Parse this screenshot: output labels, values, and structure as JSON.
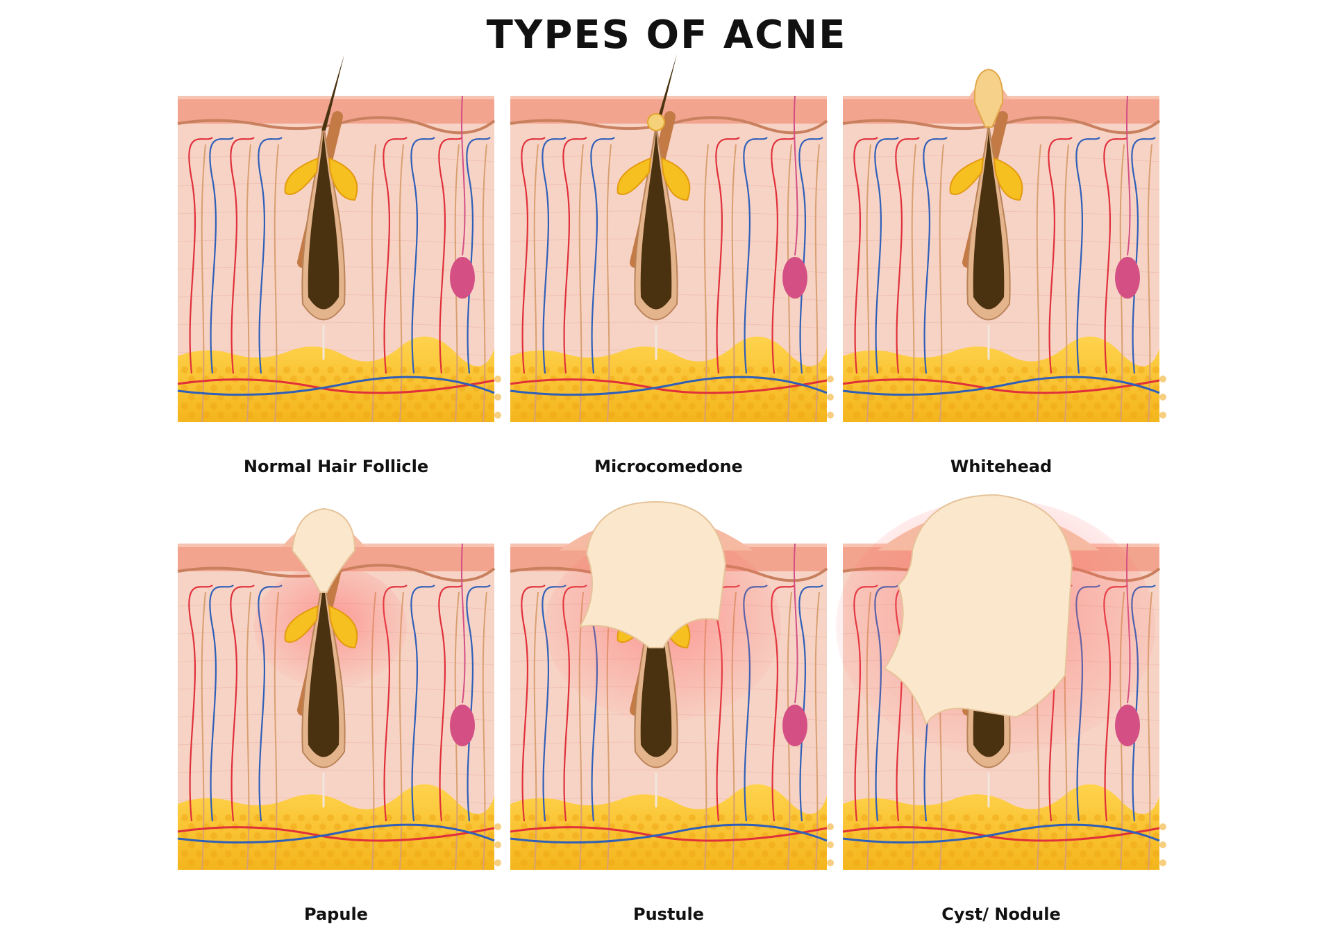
{
  "title": "TYPES OF ACNE",
  "stages": [
    {
      "label": "Normal Hair Follicle"
    },
    {
      "label": "Microcomedone"
    },
    {
      "label": "Whitehead"
    },
    {
      "label": "Papule"
    },
    {
      "label": "Pustule"
    },
    {
      "label": "Cyst/ Nodule"
    }
  ],
  "colors": {
    "epidermis": "#f2a48f",
    "dermis": "#f7d3c6",
    "fat": "#f7c12e",
    "hair": "#4a3210",
    "sebaceous": "#f5c020",
    "artery": "#e0303a",
    "vein": "#2f5fb8",
    "pus": "#fbe8cc",
    "sweat_gland": "#d34f84"
  }
}
